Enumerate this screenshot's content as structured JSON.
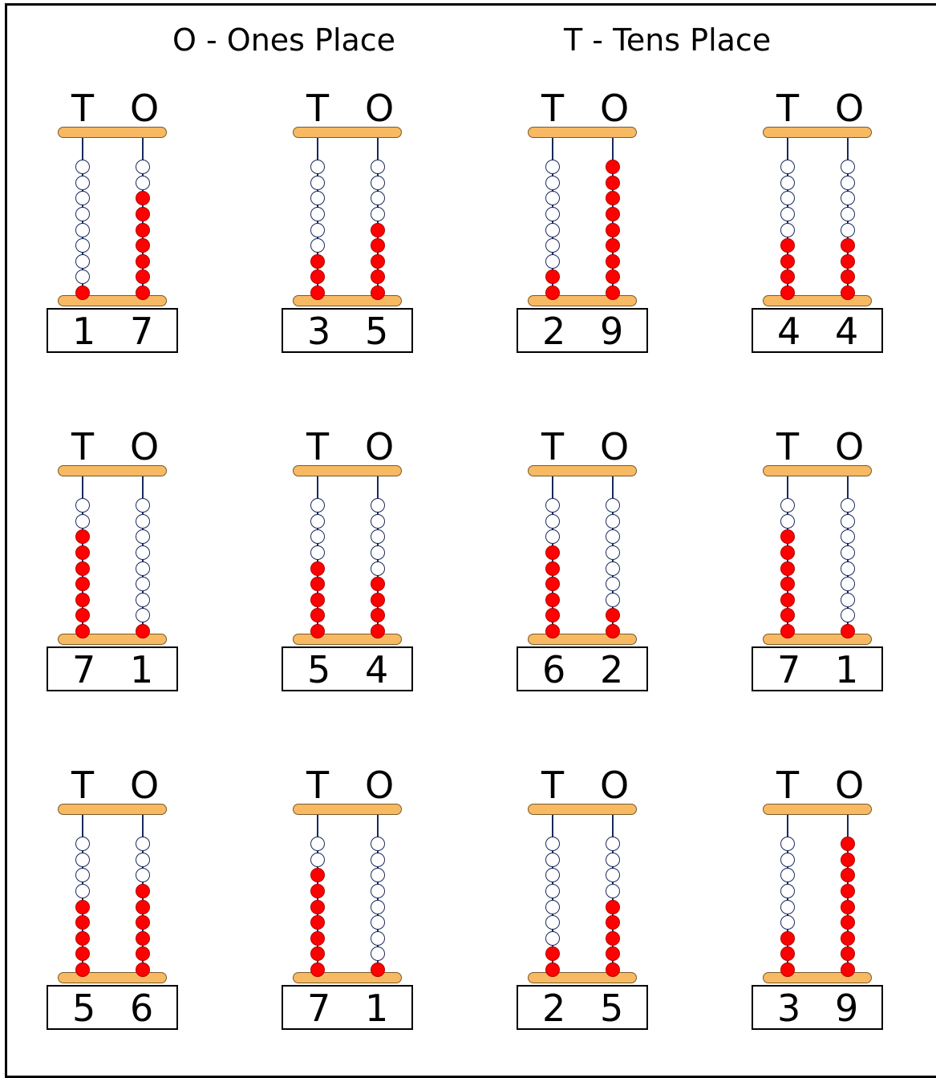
{
  "legend": {
    "ones": "O - Ones Place",
    "tens": "T - Tens Place"
  },
  "column_labels": {
    "tens": "T",
    "ones": "O"
  },
  "beads_per_rod": 9,
  "colors": {
    "bead_on": "#ff0000",
    "bead_off": "#ffffff",
    "frame_bar": "#f7b962",
    "rod": "#1a2a5c"
  },
  "abacuses": [
    {
      "tens": 1,
      "ones": 7,
      "tens_label": "1",
      "ones_label": "7"
    },
    {
      "tens": 3,
      "ones": 5,
      "tens_label": "3",
      "ones_label": "5"
    },
    {
      "tens": 2,
      "ones": 9,
      "tens_label": "2",
      "ones_label": "9"
    },
    {
      "tens": 4,
      "ones": 4,
      "tens_label": "4",
      "ones_label": "4"
    },
    {
      "tens": 7,
      "ones": 1,
      "tens_label": "7",
      "ones_label": "1"
    },
    {
      "tens": 5,
      "ones": 4,
      "tens_label": "5",
      "ones_label": "4"
    },
    {
      "tens": 6,
      "ones": 2,
      "tens_label": "6",
      "ones_label": "2"
    },
    {
      "tens": 7,
      "ones": 1,
      "tens_label": "7",
      "ones_label": "1"
    },
    {
      "tens": 5,
      "ones": 6,
      "tens_label": "5",
      "ones_label": "6"
    },
    {
      "tens": 7,
      "ones": 1,
      "tens_label": "7",
      "ones_label": "1"
    },
    {
      "tens": 2,
      "ones": 5,
      "tens_label": "2",
      "ones_label": "5"
    },
    {
      "tens": 3,
      "ones": 9,
      "tens_label": "3",
      "ones_label": "9"
    }
  ]
}
